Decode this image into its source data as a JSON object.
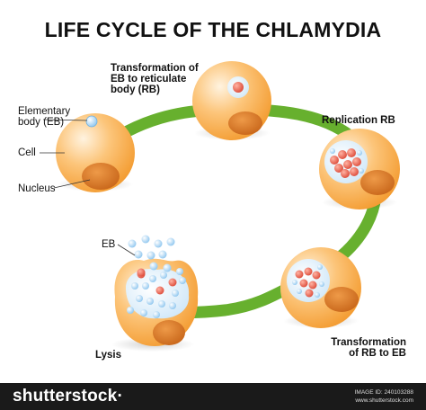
{
  "title": "LIFE CYCLE OF THE CHLAMYDIA",
  "labels": {
    "transformation_eb_rb": [
      "Transformation of",
      "EB to reticulate",
      "body (RB)"
    ],
    "replication_rb": "Replication RB",
    "transformation_rb_eb": [
      "Transformation",
      "of RB to EB"
    ],
    "lysis": "Lysis",
    "eb": "EB",
    "elementary_body": [
      "Elementary",
      "body (EB)"
    ],
    "cell": "Cell",
    "nucleus": "Nucleus"
  },
  "colors": {
    "cell_fill": "#f6a43c",
    "cell_light": "#fde0b6",
    "nucleus": "#d8741c",
    "ring": "#67b02e",
    "eb": "#a9d4f3",
    "rb_red": "#e85c4a"
  },
  "footer": {
    "brand": "shutterstock",
    "brand_suffix": "·",
    "image_id": "IMAGE ID: 240103288",
    "site": "www.shutterstock.com"
  }
}
